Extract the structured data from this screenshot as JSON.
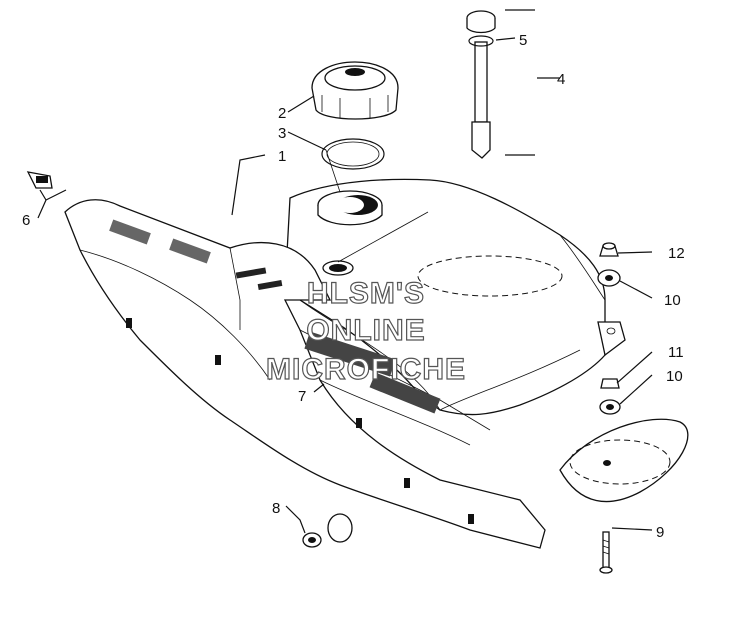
{
  "callouts": [
    "1",
    "2",
    "3",
    "4",
    "5",
    "6",
    "7",
    "8",
    "9",
    "10",
    "10",
    "11",
    "12"
  ],
  "watermark": {
    "line1": "HLSM'S",
    "line2": "ONLINE",
    "line3": "MICROFICHE"
  }
}
